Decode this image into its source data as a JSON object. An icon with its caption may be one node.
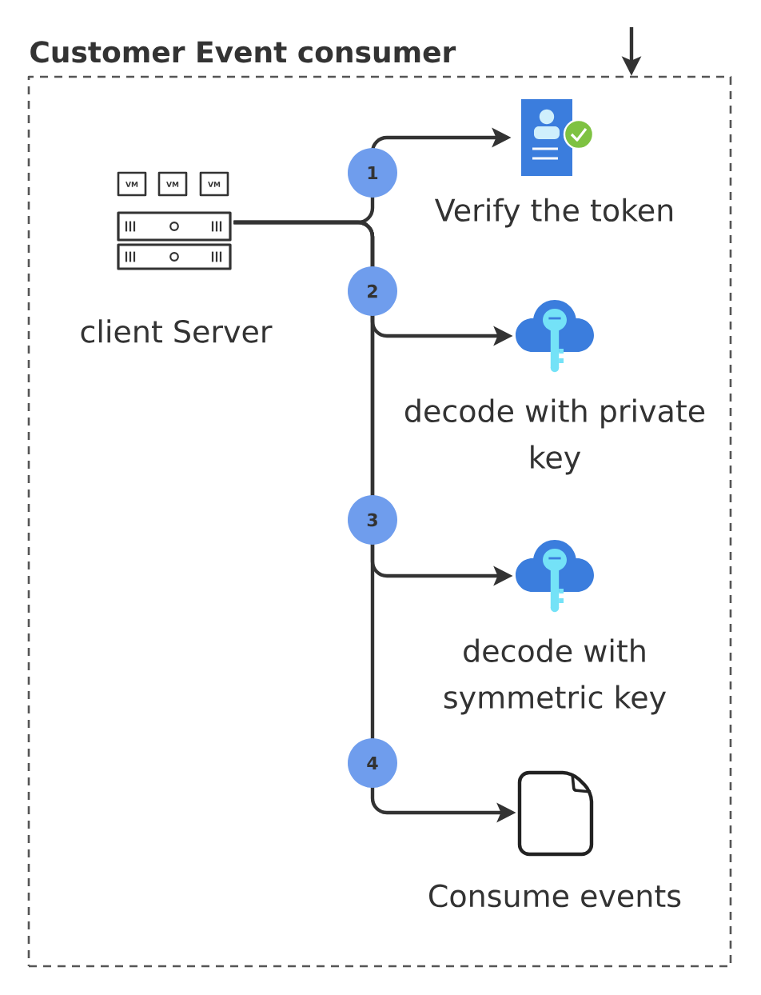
{
  "diagram": {
    "nodes": [
      {
        "text": [
          "Customer Event consumer"
        ]
      },
      {
        "text": [
          "client Server"
        ],
        "in": 0
      },
      {
        "text": [
          "Verify the token"
        ],
        "in": 0
      },
      {
        "text": [
          "decode with private key"
        ],
        "in": 0
      },
      {
        "text": [
          "decode with symmetric key"
        ],
        "in": 0
      },
      {
        "text": [
          "Consume events"
        ],
        "in": 0
      }
    ],
    "edges": [
      {
        "from": null,
        "to": 0,
        "arrow": "to"
      },
      {
        "from": 1,
        "to": 2,
        "arrow": "to",
        "label": "1"
      },
      {
        "from": 1,
        "to": 3,
        "arrow": "to",
        "label": "2"
      },
      {
        "from": 1,
        "to": 4,
        "arrow": "to",
        "label": "3"
      },
      {
        "from": 1,
        "to": 5,
        "arrow": "to",
        "label": "4"
      }
    ],
    "labels": [
      "VM",
      "VM",
      "VM"
    ]
  }
}
